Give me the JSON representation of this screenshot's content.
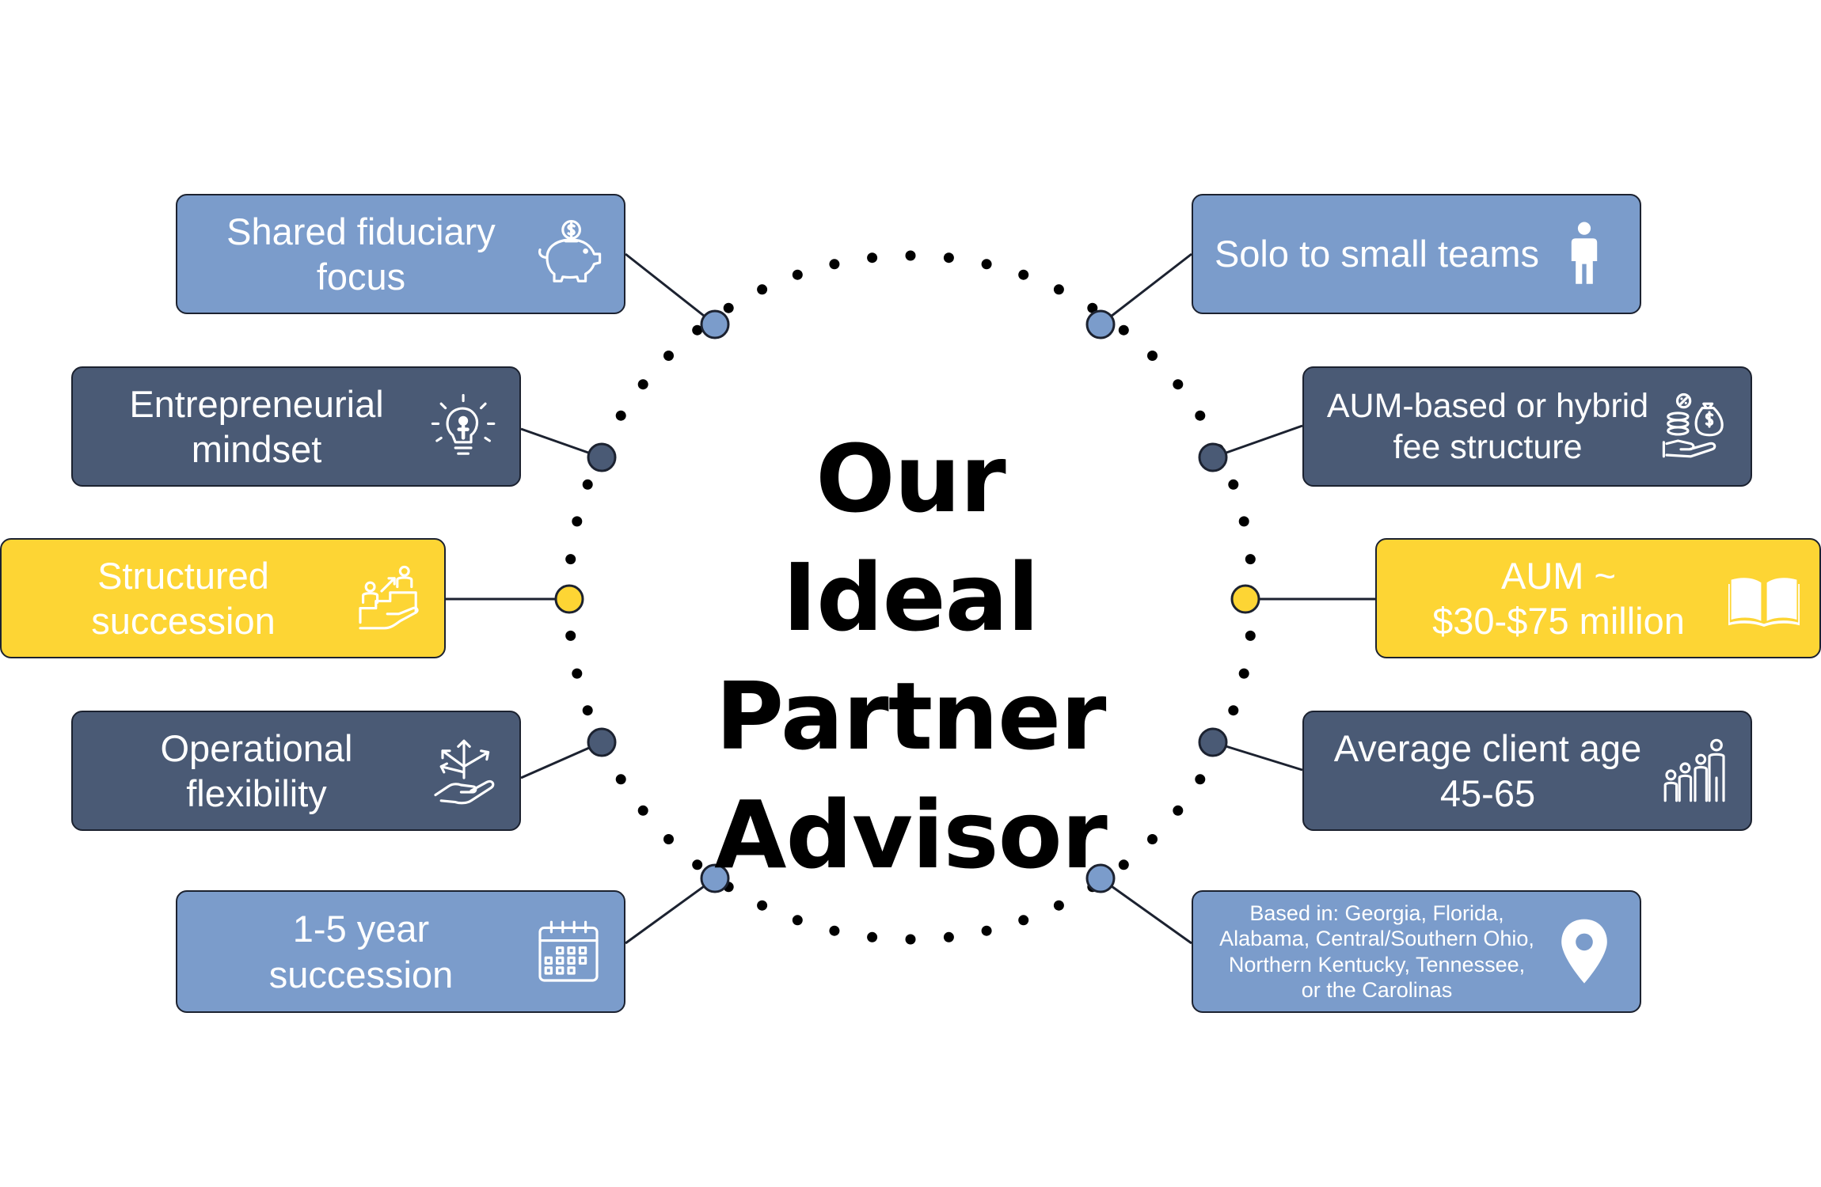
{
  "title": {
    "line1": "Our Ideal",
    "line2": "Partner",
    "line3": "Advisor"
  },
  "colors": {
    "light_blue": "#7b9ccb",
    "slate": "#4a5a75",
    "yellow": "#fdd534",
    "dot": "#000000",
    "border": "#1c2230"
  },
  "cards": {
    "fiduciary": {
      "line1": "Shared fiduciary",
      "line2": "focus",
      "icon": "piggy-bank-icon",
      "color": "light_blue"
    },
    "entrepreneurial": {
      "line1": "Entrepreneurial",
      "line2": "mindset",
      "icon": "lightbulb-person-icon",
      "color": "slate"
    },
    "structured": {
      "line1": "Structured",
      "line2": "succession",
      "icon": "succession-steps-icon",
      "color": "yellow"
    },
    "operational": {
      "line1": "Operational",
      "line2": "flexibility",
      "icon": "hand-arrows-icon",
      "color": "slate"
    },
    "year": {
      "line1": "1-5 year",
      "line2": "succession",
      "icon": "calendar-icon",
      "color": "light_blue"
    },
    "solo": {
      "line1": "Solo to small teams",
      "icon": "person-icon",
      "color": "light_blue"
    },
    "aum_fee": {
      "line1": "AUM-based or hybrid",
      "line2": "fee structure",
      "icon": "hand-money-bag-icon",
      "color": "slate"
    },
    "aum_range": {
      "line1": "AUM ~",
      "line2": "$30-$75 million",
      "icon": "open-book-icon",
      "color": "yellow"
    },
    "client_age": {
      "line1": "Average client age",
      "line2": "45-65",
      "icon": "family-icon",
      "color": "slate"
    },
    "location": {
      "line1": "Based in: Georgia, Florida,",
      "line2": "Alabama, Central/Southern Ohio,",
      "line3": "Northern Kentucky, Tennessee,",
      "line4": "or the Carolinas",
      "icon": "location-pin-icon",
      "color": "light_blue"
    }
  }
}
